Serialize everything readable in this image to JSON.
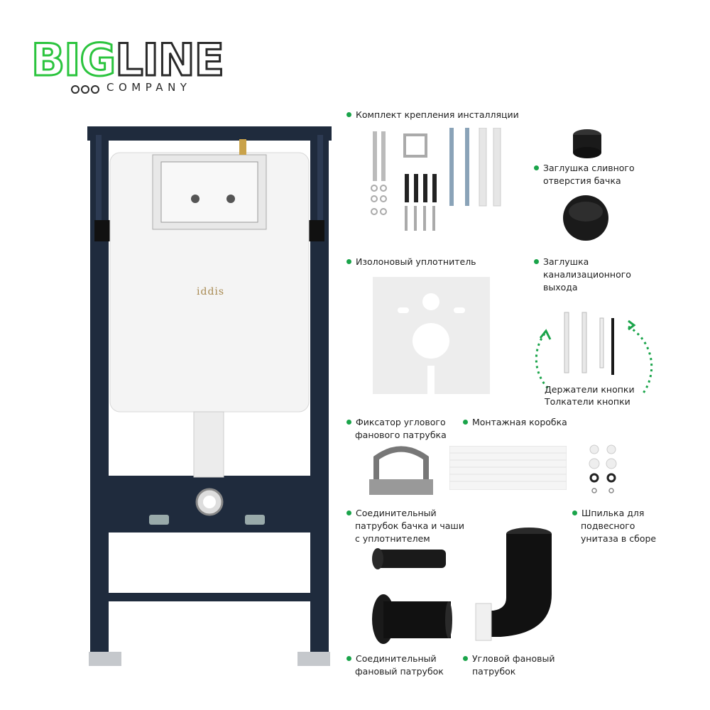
{
  "brand": {
    "logo_part1": "BIG",
    "logo_part2": "LINE",
    "logo_sub": "COMPANY",
    "accent_color": "#2bc43e",
    "frame_color": "#1f2b3d"
  },
  "product": {
    "cistern_brand": "iddis"
  },
  "parts": {
    "mounting_kit": "Комплект крепления инсталляции",
    "drain_plug_line1": "Заглушка сливного",
    "drain_plug_line2": "отверстия бачка",
    "isolon_seal": "Изолоновый уплотнитель",
    "sewer_plug_line1": "Заглушка",
    "sewer_plug_line2": "канализационного",
    "sewer_plug_line3": "выхода",
    "button_holders": "Держатели кнопки",
    "button_pushers": "Толкатели кнопки",
    "angle_fixer_line1": "Фиксатор углового",
    "angle_fixer_line2": "фанового патрубка",
    "mount_box": "Монтажная коробка",
    "tank_pipe_line1": "Соединительный",
    "tank_pipe_line2": "патрубок бачка и чаши",
    "tank_pipe_line3": "с уплотнителем",
    "stud_line1": "Шпилька для",
    "stud_line2": "подвесного",
    "stud_line3": "унитаза в сборе",
    "fan_pipe_line1": "Соединительный",
    "fan_pipe_line2": "фановый патрубок",
    "angle_pipe_line1": "Угловой фановый",
    "angle_pipe_line2": "патрубок"
  }
}
